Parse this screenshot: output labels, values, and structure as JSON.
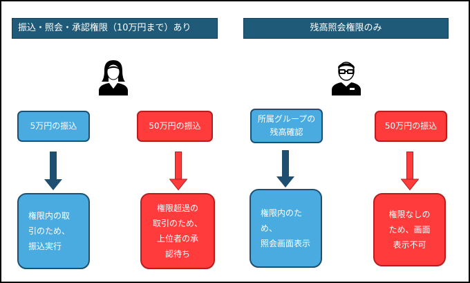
{
  "headers": {
    "left": "振込・照会・承認権限（10万円まで）あり",
    "right": "残高照会権限のみ"
  },
  "personas": {
    "left": {
      "icon": "female-user-icon"
    },
    "right": {
      "icon": "male-user-with-glasses-icon"
    }
  },
  "boxes": {
    "transfer_5m": "5万円の振込",
    "transfer_50m_left": "50万円の振込",
    "balance_check": "所属グループの\n残高確認",
    "transfer_50m_right": "50万円の振込"
  },
  "results": {
    "r1": "権限内の取\n引のため、\n振込実行",
    "r2": "権限超過の\n取引のため、\n上位者の承\n認待ち",
    "r3": "権限内のため、\n照会画面表示",
    "r4": "権限なしの\nため、画面\n表示不可"
  },
  "colors": {
    "header": "#1f5a78",
    "blue_box": "#49abe0",
    "red_box": "#ff3b3b",
    "dark_arrow": "#1f4f70",
    "red_arrow": "#ff3b3b"
  }
}
